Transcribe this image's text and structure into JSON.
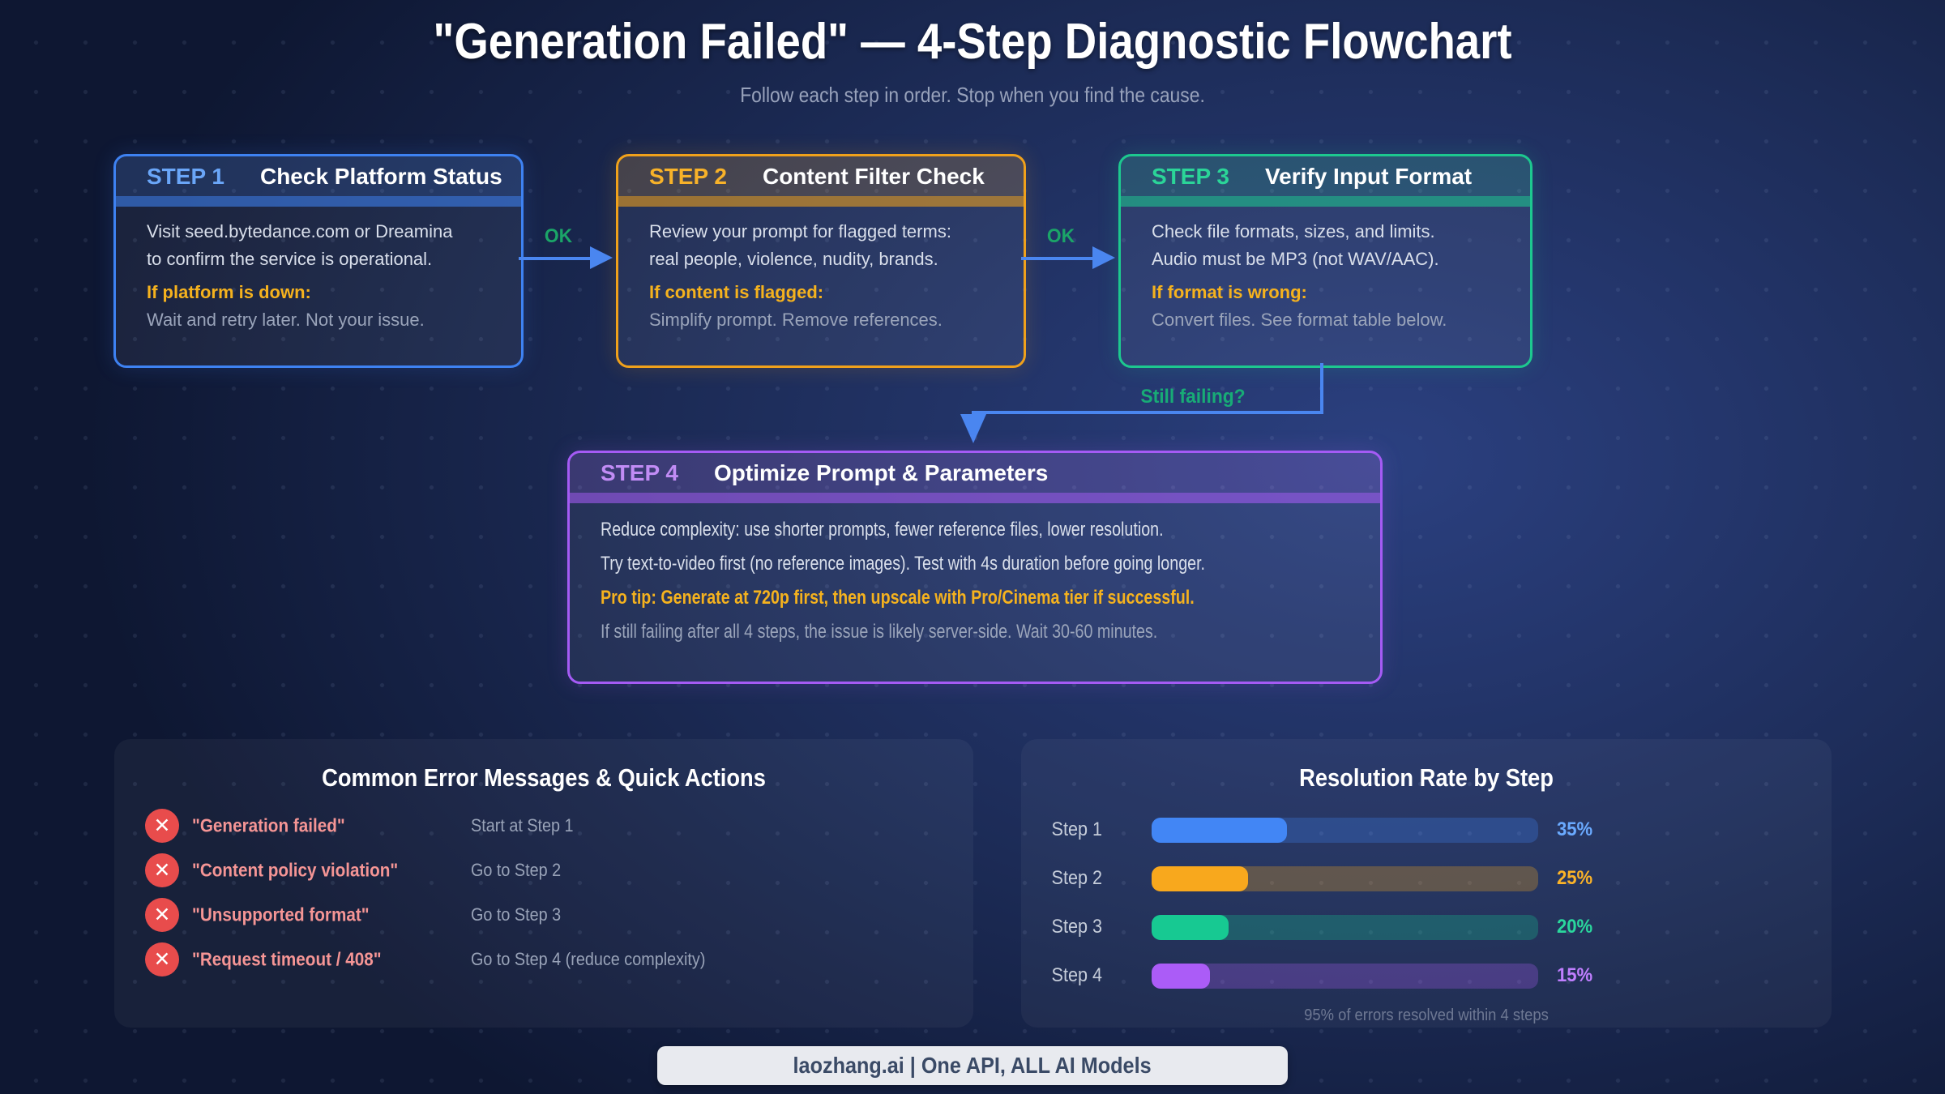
{
  "title": "\"Generation Failed\" — 4-Step Diagnostic Flowchart",
  "subtitle": "Follow each step in order. Stop when you find the cause.",
  "steps": [
    {
      "label": "STEP 1",
      "title": "Check Platform Status",
      "accent": "#3e82f2",
      "label_color": "#6aa6f8",
      "lines": [
        "Visit seed.bytedance.com or Dreamina",
        "to confirm the service is operational."
      ],
      "highlight": "If platform is down:",
      "note": "Wait and retry later. Not your issue."
    },
    {
      "label": "STEP 2",
      "title": "Content Filter Check",
      "accent": "#f0a11b",
      "label_color": "#f8b229",
      "lines": [
        "Review your prompt for flagged terms:",
        "real people, violence, nudity, brands."
      ],
      "highlight": "If content is flagged:",
      "note": "Simplify prompt. Remove references."
    },
    {
      "label": "STEP 3",
      "title": "Verify Input Format",
      "accent": "#1dc88f",
      "label_color": "#2bd598",
      "lines": [
        "Check file formats, sizes, and limits.",
        "Audio must be MP3 (not WAV/AAC)."
      ],
      "highlight": "If format is wrong:",
      "note": "Convert files. See format table below."
    },
    {
      "label": "STEP 4",
      "title": "Optimize Prompt & Parameters",
      "accent": "#a55bf5",
      "label_color": "#c18cf5",
      "lines": [
        "Reduce complexity: use shorter prompts, fewer reference files, lower resolution.",
        "Try text-to-video first (no reference images). Test with 4s duration before going longer."
      ],
      "highlight": "Pro tip: Generate at 720p first, then upscale with Pro/Cinema tier if successful.",
      "note": "If still failing after all 4 steps, the issue is likely server-side. Wait 30-60 minutes."
    }
  ],
  "connectors": {
    "ok_labels": [
      "OK",
      "OK"
    ],
    "still_failing": "Still failing?"
  },
  "icons": {
    "error_x": "✕"
  },
  "errors_panel": {
    "title": "Common Error Messages & Quick Actions",
    "items": [
      {
        "error": "\"Generation failed\"",
        "action": "Start at Step 1"
      },
      {
        "error": "\"Content policy violation\"",
        "action": "Go to Step 2"
      },
      {
        "error": "\"Unsupported format\"",
        "action": "Go to Step 3"
      },
      {
        "error": "\"Request timeout / 408\"",
        "action": "Go to Step 4 (reduce complexity)"
      }
    ]
  },
  "chart_data": {
    "type": "bar",
    "orientation": "horizontal",
    "title": "Resolution Rate by Step",
    "categories": [
      "Step 1",
      "Step 2",
      "Step 3",
      "Step 4"
    ],
    "values": [
      35,
      25,
      20,
      15
    ],
    "display_values": [
      "35%",
      "25%",
      "20%",
      "15%"
    ],
    "colors": [
      "#4286f5",
      "#f8a81d",
      "#17c992",
      "#ab5cf7"
    ],
    "value_colors": [
      "#6aaaff",
      "#fbb328",
      "#2ad79d",
      "#c07fff"
    ],
    "xlim": [
      0,
      100
    ],
    "legend": false,
    "caption": "95% of errors resolved within 4 steps"
  },
  "footer": {
    "text": "laozhang.ai | One API, ALL AI Models"
  },
  "theme": {
    "accent_line": "#4a86f0",
    "ok_green": "#1ba568",
    "still_green": "#18ab76",
    "error_red": "#e84c4c",
    "error_text": "#f59595",
    "action_text": "#99a3b8",
    "body_text": "#d9dfeb",
    "muted_text": "#9aa4ba",
    "highlight_text": "#f5b21e",
    "label_text": "#c6cdda",
    "caption_text": "#6e7893",
    "subtitle_text": "#98a2bb",
    "footer_bg": "#e8eaef",
    "footer_text": "#3a4a66"
  }
}
